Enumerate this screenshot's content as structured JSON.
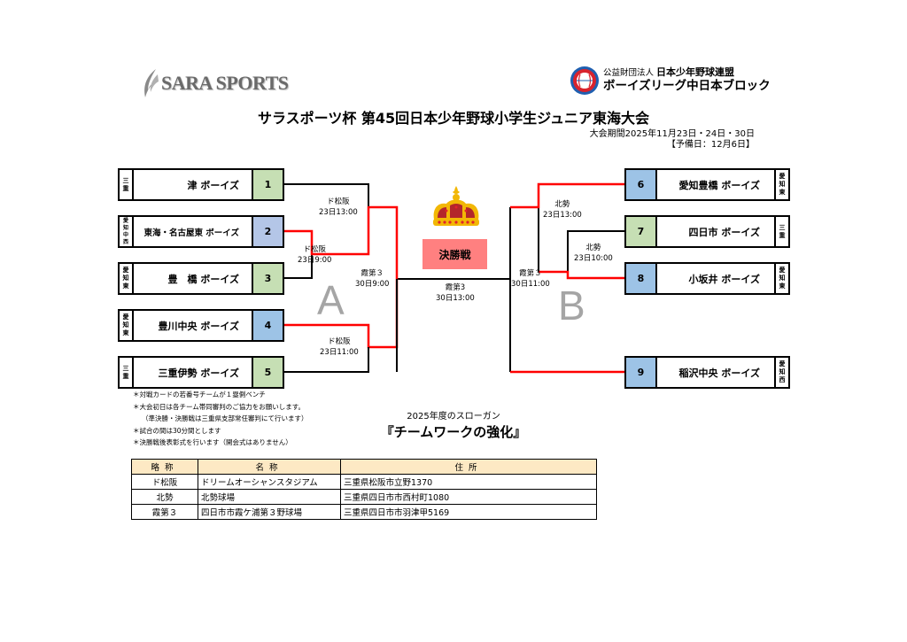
{
  "header": {
    "left_logo_text": "SARA SPORTS",
    "right_logo_line1_small": "公益財団法人",
    "right_logo_line1": "日本少年野球連盟",
    "right_logo_line2": "ボーイズリーグ中日本ブロック",
    "title": "サラスポーツ杯 第45回日本少年野球小学生ジュニア東海大会",
    "period": "大会期間2025年11月23日・24日・30日",
    "reserve_day": "【予備日：12月6日】"
  },
  "colors": {
    "winner_line": "#ff0000",
    "seed_green": "#c6dfb4",
    "seed_blue": "#9dc3e6",
    "seed_lavender": "#b4c6e7",
    "final_box": "#ff8080",
    "table_header": "#fde9c4"
  },
  "bracket": {
    "block_a_label": "A",
    "block_b_label": "B",
    "teams": [
      {
        "num": "1",
        "name": "津 ボーイズ",
        "region": [
          "三",
          "重"
        ],
        "color": "#c6dfb4"
      },
      {
        "num": "2",
        "name": "東海・名古屋東 ボーイズ",
        "region": [
          "愛",
          "知",
          "中",
          "西"
        ],
        "color": "#b4c6e7"
      },
      {
        "num": "3",
        "name": "豊　橋 ボーイズ",
        "region": [
          "愛",
          "知",
          "東"
        ],
        "color": "#c6dfb4"
      },
      {
        "num": "4",
        "name": "豊川中央 ボーイズ",
        "region": [
          "愛",
          "知",
          "東"
        ],
        "color": "#9dc3e6"
      },
      {
        "num": "5",
        "name": "三重伊勢 ボーイズ",
        "region": [
          "三",
          "重"
        ],
        "color": "#c6dfb4"
      },
      {
        "num": "6",
        "name": "愛知豊橋 ボーイズ",
        "region": [
          "愛",
          "知",
          "東"
        ],
        "color": "#9dc3e6"
      },
      {
        "num": "7",
        "name": "四日市 ボーイズ",
        "region": [
          "三",
          "重"
        ],
        "color": "#c6dfb4"
      },
      {
        "num": "8",
        "name": "小坂井 ボーイズ",
        "region": [
          "愛",
          "知",
          "東"
        ],
        "color": "#9dc3e6"
      },
      {
        "num": "9",
        "name": "稲沢中央 ボーイズ",
        "region": [
          "愛",
          "知",
          "西"
        ],
        "color": "#9dc3e6"
      }
    ],
    "matches": {
      "a_r1_2v3": {
        "venue": "ド松阪",
        "time": "23日9:00"
      },
      "a_r2_1v": {
        "venue": "ド松阪",
        "time": "23日13:00"
      },
      "a_r1_4v5": {
        "venue": "ド松阪",
        "time": "23日11:00"
      },
      "a_semi": {
        "venue": "霞第３",
        "time": "30日9:00"
      },
      "b_r1_7v8": {
        "venue": "北勢",
        "time": "23日10:00"
      },
      "b_r2_6v": {
        "venue": "北勢",
        "time": "23日13:00"
      },
      "b_semi": {
        "venue": "霞第３",
        "time": "30日11:00"
      },
      "final": {
        "venue": "霞第3",
        "time": "30日13:00"
      }
    },
    "final_label": "決勝戦"
  },
  "notes": [
    "＊対戦カードの若番号チームが１塁側ベンチ",
    "＊大会初日は各チーム帯同審判のご協力をお願いします。",
    "（準決勝・決勝戦は三重県支部常任審判にて行います）",
    "＊試合の間は30分間とします",
    "＊決勝戦後表彰式を行います（開会式はありません）"
  ],
  "slogan": {
    "caption": "2025年度のスローガン",
    "text": "『チームワークの強化』"
  },
  "venue_table": {
    "headers": [
      "略称",
      "名称",
      "住所"
    ],
    "rows": [
      [
        "ド松阪",
        "ドリームオーシャンスタジアム",
        "三重県松阪市立野1370"
      ],
      [
        "北勢",
        "北勢球場",
        "三重県四日市市西村町1080"
      ],
      [
        "霞第３",
        "四日市市霞ケ浦第３野球場",
        "三重県四日市市羽津甲5169"
      ]
    ]
  }
}
